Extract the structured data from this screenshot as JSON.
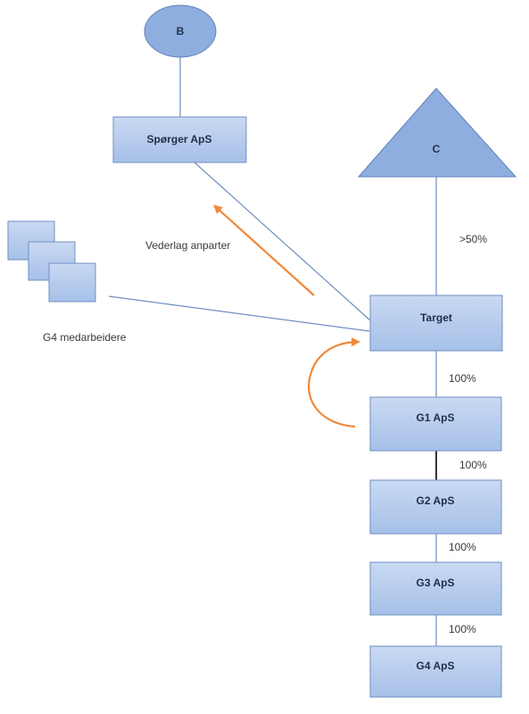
{
  "nodes": {
    "b": "B",
    "c": "C",
    "sporger": "Spørger ApS",
    "target": "Target",
    "g1": "G1 ApS",
    "g2": "G2 ApS",
    "g3": "G3 ApS",
    "g4": "G4 ApS"
  },
  "labels": {
    "c_target": ">50%",
    "target_g1": "100%",
    "g1_g2": "100%",
    "g2_g3": "100%",
    "g3_g4": "100%",
    "vederlag": "Vederlag anparter",
    "g4_employees": "G4 medarbeidere"
  },
  "colors": {
    "box_fill_top": "#c9d9f2",
    "box_fill_bottom": "#a6c0e8",
    "shape_fill": "#8eaee0",
    "line": "#6f8fc2",
    "arrow": "#f0883a"
  }
}
